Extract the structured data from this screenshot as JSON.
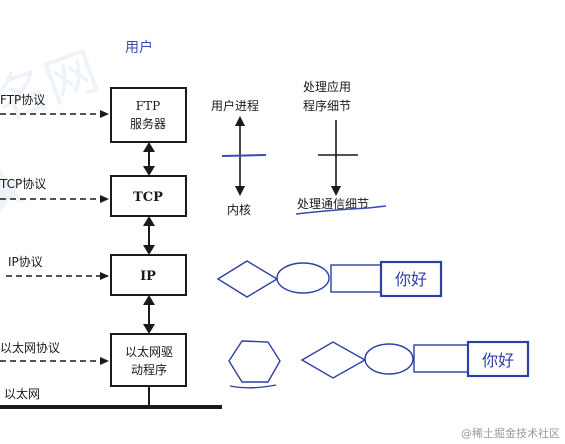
{
  "top_label": "用户",
  "protocols": {
    "ftp": "FTP协议",
    "tcp": "TCP协议",
    "ip": "IP协议",
    "ethernet": "以太网协议"
  },
  "boxes": {
    "ftp_line1": "FTP",
    "ftp_line2": "服务器",
    "tcp": "TCP",
    "ip": "IP",
    "eth_line1": "以太网驱",
    "eth_line2": "动程序"
  },
  "bottom_label": "以太网",
  "legend": {
    "user_process": "用户进程",
    "kernel": "内核",
    "app_detail_line1": "处理应用",
    "app_detail_line2": "程序细节",
    "comm_detail": "处理通信细节"
  },
  "annotations": {
    "hello_1": "你好",
    "hello_2": "你好"
  },
  "watermark": "@稀土掘金技术社区",
  "colors": {
    "ink": "#1a1a1a",
    "accent_blue": "#3a4bb5",
    "annotation_blue": "#2f3fa8",
    "page_bg": "#ffffff"
  }
}
